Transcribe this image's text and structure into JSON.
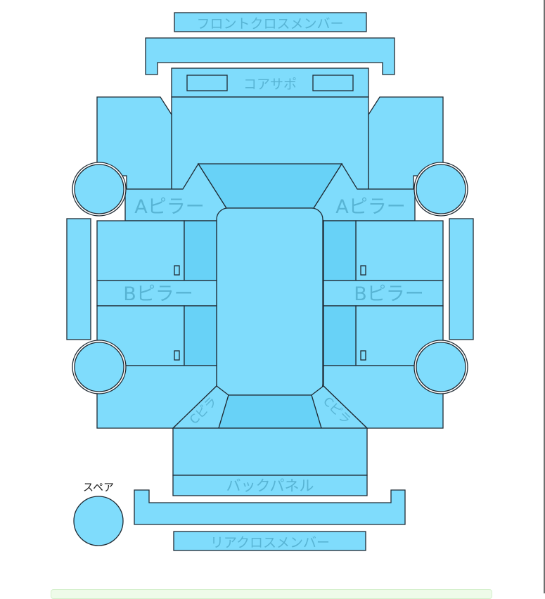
{
  "colors": {
    "panel": "#7fdcfc",
    "panel_dark": "#68d2f7",
    "outline": "#1f2a33",
    "label": "#58b4d4",
    "spare_label": "#222222",
    "background": "#ffffff"
  },
  "labels": {
    "front_cross_member": "フロントクロスメンバー",
    "core_support": "コアサポ",
    "a_pillar_left": "Aピラー",
    "a_pillar_right": "Aピラー",
    "b_pillar_left": "Bピラー",
    "b_pillar_right": "Bピラー",
    "c_pillar_left": "Cピラ",
    "c_pillar_right": "Cピラ",
    "back_panel": "バックパネル",
    "rear_cross_member": "リアクロスメンバー",
    "spare": "スペア"
  }
}
